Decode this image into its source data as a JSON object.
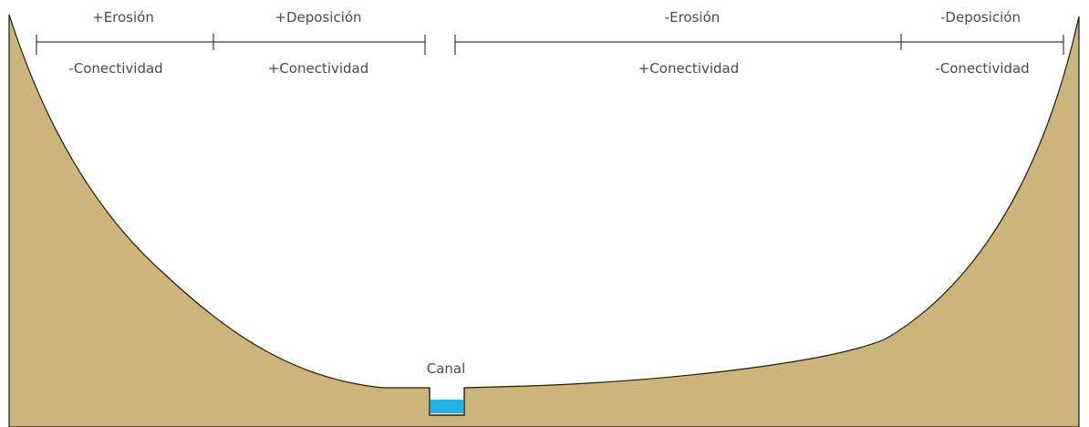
{
  "colors": {
    "terrain": "#CBB57B",
    "water": "#1EB4E8",
    "line": "#3a3a3a",
    "text": "#4a4a4a"
  },
  "zones": [
    {
      "top_label": "+Erosión",
      "bottom_label": "-Conectividad"
    },
    {
      "top_label": "+Deposición",
      "bottom_label": "+Conectividad"
    },
    {
      "top_label": "-Erosión",
      "bottom_label": "+Conectividad"
    },
    {
      "top_label": "-Deposición",
      "bottom_label": "-Conectividad"
    }
  ],
  "channel": {
    "label": "Canal"
  }
}
